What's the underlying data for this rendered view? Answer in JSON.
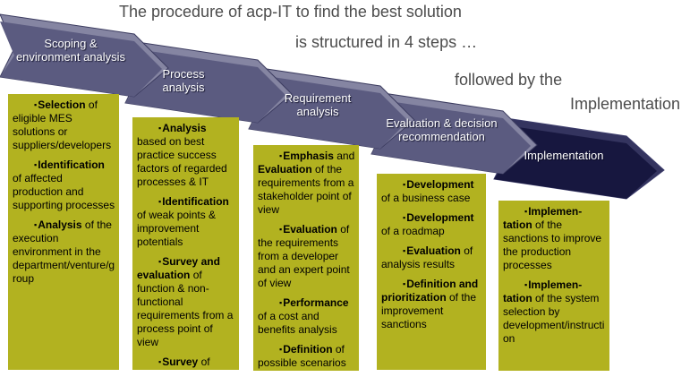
{
  "slide_title": {
    "line1": "The procedure of acp-IT to find the best solution",
    "line2": "is structured in 4 steps …",
    "line3": "followed by the",
    "line4": "Implementation"
  },
  "bullet_char": "▪",
  "colors": {
    "arrow_body": "#5b5b80",
    "arrow_highlight": "#8585a2",
    "arrow_outline": "#3c3c60",
    "arrow_final_body": "#17173f",
    "arrow_final_highlight": "#34345f",
    "arrow_final_outline": "#3c3c6b",
    "box_fill": "#b2b220",
    "title_text": "#4c4c4c",
    "step_label_text": "#ffffff"
  },
  "steps": [
    {
      "label": "Scoping & environment analysis"
    },
    {
      "label": "Process analysis"
    },
    {
      "label": "Requirement analysis"
    },
    {
      "label": "Evaluation & decision recommendation"
    },
    {
      "label": "Implementation"
    }
  ],
  "boxes": [
    {
      "bullets": [
        {
          "segments": [
            {
              "text": "Selection",
              "bold": true
            },
            {
              "text": " of eligible MES solutions or suppliers/developers",
              "bold": false
            }
          ]
        },
        {
          "segments": [
            {
              "text": "Identification",
              "bold": true
            },
            {
              "text": " of affected production and supporting processes",
              "bold": false
            }
          ]
        },
        {
          "segments": [
            {
              "text": "Analysis",
              "bold": true
            },
            {
              "text": " of the execution environment in the department/venture/group",
              "bold": false
            }
          ]
        }
      ]
    },
    {
      "bullets": [
        {
          "segments": [
            {
              "text": "Analysis",
              "bold": true
            },
            {
              "text": " based on best practice success factors of regarded processes & IT",
              "bold": false
            }
          ]
        },
        {
          "segments": [
            {
              "text": "Identification",
              "bold": true
            },
            {
              "text": " of weak points & improvement potentials",
              "bold": false
            }
          ]
        },
        {
          "segments": [
            {
              "text": "Survey and evaluation",
              "bold": true
            },
            {
              "text": " of function & non-functional requirements from a process point of view",
              "bold": false
            }
          ]
        },
        {
          "segments": [
            {
              "text": "Survey",
              "bold": true
            },
            {
              "text": " of quantity structures",
              "bold": false
            }
          ]
        }
      ]
    },
    {
      "bullets": [
        {
          "segments": [
            {
              "text": "Emphasis",
              "bold": true
            },
            {
              "text": " and ",
              "bold": false
            },
            {
              "text": "Evaluation",
              "bold": true
            },
            {
              "text": " of the requirements from a stakeholder point of view",
              "bold": false
            }
          ]
        },
        {
          "segments": [
            {
              "text": "Evaluation",
              "bold": true
            },
            {
              "text": " of the requirements from a developer and an expert point of view",
              "bold": false
            }
          ]
        },
        {
          "segments": [
            {
              "text": "Performance",
              "bold": true
            },
            {
              "text": " of a cost and benefits analysis",
              "bold": false
            }
          ]
        },
        {
          "segments": [
            {
              "text": "Definition",
              "bold": true
            },
            {
              "text": " of possible scenarios and rollout phases",
              "bold": false
            }
          ]
        }
      ]
    },
    {
      "bullets": [
        {
          "segments": [
            {
              "text": "Development",
              "bold": true
            },
            {
              "text": " of a business case",
              "bold": false
            }
          ]
        },
        {
          "segments": [
            {
              "text": "Development",
              "bold": true
            },
            {
              "text": " of a roadmap",
              "bold": false
            }
          ]
        },
        {
          "segments": [
            {
              "text": "Evaluation",
              "bold": true
            },
            {
              "text": " of analysis results",
              "bold": false
            }
          ]
        },
        {
          "segments": [
            {
              "text": "Definition and prioritization",
              "bold": true
            },
            {
              "text": " of the improvement sanctions",
              "bold": false
            }
          ]
        }
      ]
    },
    {
      "bullets": [
        {
          "segments": [
            {
              "text": "Implemen-tation",
              "bold": true
            },
            {
              "text": " of the sanctions to improve the production processes",
              "bold": false
            }
          ]
        },
        {
          "segments": [
            {
              "text": "Implemen-tation",
              "bold": true
            },
            {
              "text": " of the system selection by development/instruction",
              "bold": false
            }
          ]
        }
      ]
    }
  ]
}
